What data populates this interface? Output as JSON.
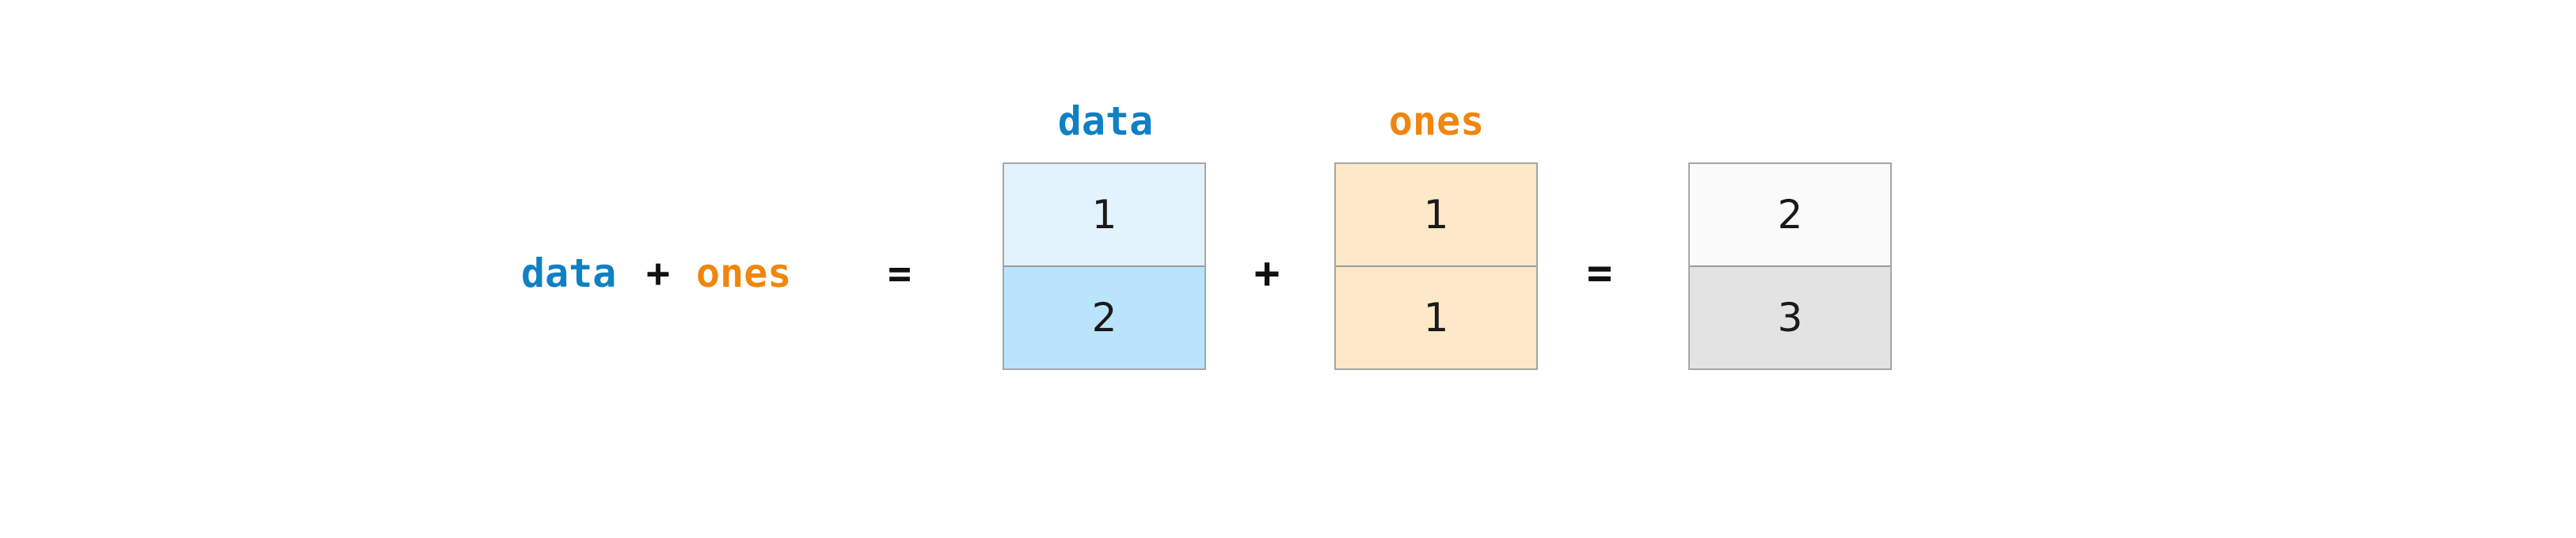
{
  "expression": {
    "data_operand": "data",
    "plus_operator": "+",
    "ones_operand": "ones",
    "equals_operator": "="
  },
  "operators": {
    "plus": "+",
    "equals": "="
  },
  "arrays": {
    "data": {
      "label": "data",
      "values": [
        "1",
        "2"
      ]
    },
    "ones": {
      "label": "ones",
      "values": [
        "1",
        "1"
      ]
    },
    "result": {
      "values": [
        "2",
        "3"
      ]
    }
  },
  "colors": {
    "background": "#ffffff",
    "data_label": "#1080c4",
    "ones_label": "#f0860d",
    "number_text": "#1a1a1a",
    "operator_text": "#111111",
    "table_border": "#a6a6a6",
    "data_cell_1_bg": "#e3f3fc",
    "data_cell_2_bg": "#bae4fb",
    "ones_cell_1_bg": "#fde8c8",
    "ones_cell_2_bg": "#fde8c8",
    "result_cell_1_bg": "#fbfbfb",
    "result_cell_2_bg": "#e3e3e3"
  }
}
